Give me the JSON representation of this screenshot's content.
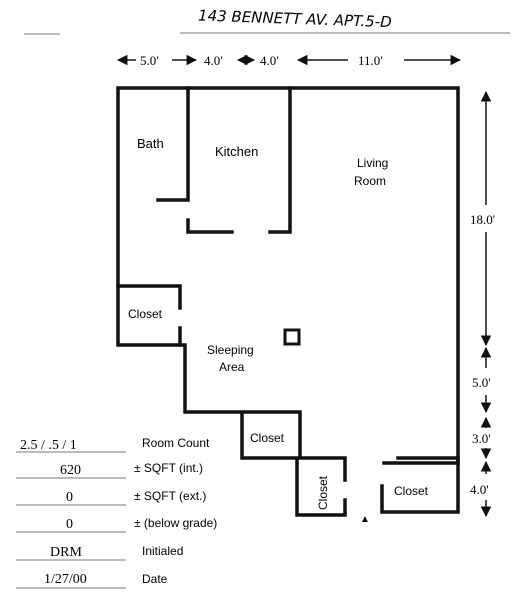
{
  "header": {
    "address": "143 BENNETT AV. APT.5-D"
  },
  "dimensions": {
    "top": [
      "5.0'",
      "4.0'",
      "4.0'",
      "11.0'"
    ],
    "right": [
      "18.0'",
      "5.0'",
      "3.0'",
      "4.0'"
    ]
  },
  "rooms": {
    "bath": "Bath",
    "kitchen": "Kitchen",
    "living_line1": "Living",
    "living_line2": "Room",
    "closet_left": "Closet",
    "sleeping_line1": "Sleeping",
    "sleeping_line2": "Area",
    "closet_mid": "Closet",
    "closet_vertical": "Closet",
    "closet_right": "Closet"
  },
  "info": {
    "room_count": {
      "value": "2.5 / .5 / 1",
      "label": "Room Count"
    },
    "sqft_int": {
      "value": "620",
      "label": "± SQFT (int.)"
    },
    "sqft_ext": {
      "value": "0",
      "label": "± SQFT (ext.)"
    },
    "below_grade": {
      "value": "0",
      "label": "± (below grade)"
    },
    "initialed": {
      "value": "DRM",
      "label": "Initialed"
    },
    "date": {
      "value": "1/27/00",
      "label": "Date"
    }
  }
}
